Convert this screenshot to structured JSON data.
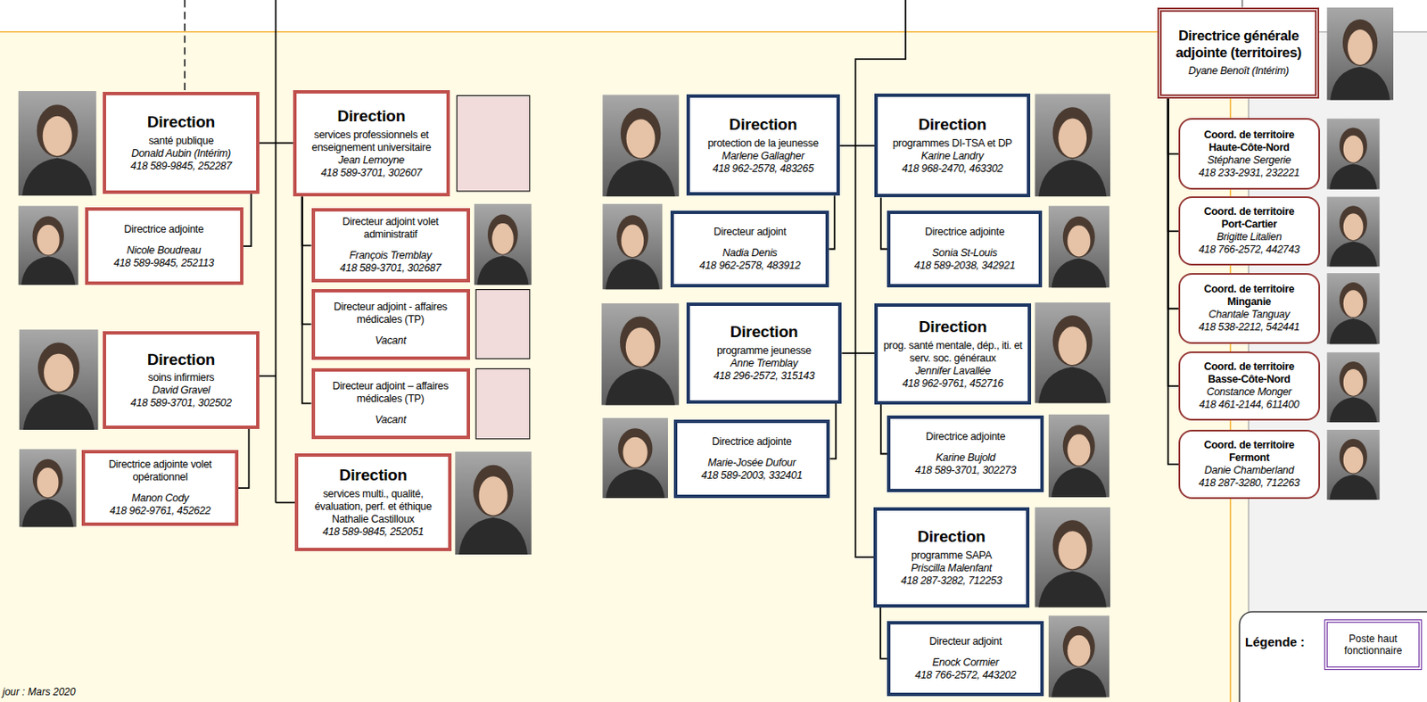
{
  "diagram": {
    "nodes": [
      {
        "text": [
          "Direction",
          "santé publique",
          "Donald Aubin (Intérim)",
          "418 589-9845, 252287"
        ]
      },
      {
        "text": [
          "Directrice adjointe",
          "Nicole Boudreau",
          "418 589-9845, 252113"
        ]
      },
      {
        "text": [
          "Direction",
          "soins infirmiers",
          "David Gravel",
          "418 589-3701, 302502"
        ]
      },
      {
        "text": [
          "Directrice adjointe volet opérationnel",
          "Manon Cody",
          "418 962-9761, 452622"
        ]
      },
      {
        "text": [
          "Direction",
          "services professionnels et enseignement universitaire",
          "Jean Lemoyne",
          "418 589-3701, 302607"
        ]
      },
      {
        "text": [
          "Directeur adjoint volet administratif",
          "François Tremblay",
          "418 589-3701, 302687"
        ]
      },
      {
        "text": [
          "Directeur adjoint - affaires médicales (TP)",
          "Vacant"
        ]
      },
      {
        "text": [
          "Directeur adjoint – affaires médicales (TP)",
          "Vacant"
        ]
      },
      {
        "text": [
          "Direction",
          "services multi., qualité, évaluation, perf. et éthique",
          "Nathalie Castilloux",
          "418 589-9845, 252051"
        ]
      },
      {
        "text": [
          "Direction",
          "protection de la jeunesse",
          "Marlene Gallagher",
          "418 962-2578, 483265"
        ]
      },
      {
        "text": [
          "Directeur adjoint",
          "Nadia Denis",
          "418 962-2578, 483912"
        ]
      },
      {
        "text": [
          "Direction",
          "programme jeunesse",
          "Anne Tremblay",
          "418 296-2572, 315143"
        ]
      },
      {
        "text": [
          "Directrice adjointe",
          "Marie-Josée Dufour",
          "418 589-2003, 332401"
        ]
      },
      {
        "text": [
          "Direction",
          "programmes DI-TSA et DP",
          "Karine Landry",
          "418 968-2470, 463302"
        ]
      },
      {
        "text": [
          "Directrice adjointe",
          "Sonia St-Louis",
          "418 589-2038, 342921"
        ]
      },
      {
        "text": [
          "Direction",
          "prog. santé mentale, dép., iti. et serv. soc. généraux",
          "Jennifer Lavallée",
          "418 962-9761, 452716"
        ]
      },
      {
        "text": [
          "Directrice adjointe",
          "Karine Bujold",
          "418 589-3701, 302273"
        ]
      },
      {
        "text": [
          "Direction",
          "programme SAPA",
          "Priscilla Malenfant",
          "418 287-3282, 712253"
        ]
      },
      {
        "text": [
          "Directeur adjoint",
          "Enock Cormier",
          "418 766-2572, 443202"
        ]
      },
      {
        "text": [
          "Directrice générale adjointe (territoires)",
          "Dyane Benoît (Intérim)"
        ]
      },
      {
        "text": [
          "Coord. de territoire",
          "Haute-Côte-Nord",
          "Stéphane Sergerie",
          "418 233-2931, 232221"
        ]
      },
      {
        "text": [
          "Coord. de territoire",
          "Port-Cartier",
          "Brigitte Litalien",
          "418 766-2572, 442743"
        ]
      },
      {
        "text": [
          "Coord. de territoire",
          "Minganie",
          "Chantale Tanguay",
          "418 538-2212, 542441"
        ]
      },
      {
        "text": [
          "Coord. de territoire",
          "Basse-Côte-Nord",
          "Constance Monger",
          "418 461-2144, 611400"
        ]
      },
      {
        "text": [
          "Coord. de territoire",
          "Fermont",
          "Danie Chamberland",
          "418 287-3280, 712263"
        ]
      }
    ],
    "edges": [
      {
        "from": 0,
        "to": 1,
        "arrow": "none"
      },
      {
        "from": 2,
        "to": 3,
        "arrow": "none"
      },
      {
        "from": 4,
        "to": 5,
        "arrow": "none"
      },
      {
        "from": 4,
        "to": 6,
        "arrow": "none"
      },
      {
        "from": 4,
        "to": 7,
        "arrow": "none"
      },
      {
        "from": 9,
        "to": 10,
        "arrow": "none"
      },
      {
        "from": 11,
        "to": 12,
        "arrow": "none"
      },
      {
        "from": 13,
        "to": 14,
        "arrow": "none"
      },
      {
        "from": 15,
        "to": 16,
        "arrow": "none"
      },
      {
        "from": 17,
        "to": 18,
        "arrow": "none"
      },
      {
        "from": 19,
        "to": 20,
        "arrow": "none"
      },
      {
        "from": 19,
        "to": 21,
        "arrow": "none"
      },
      {
        "from": 19,
        "to": 22,
        "arrow": "none"
      },
      {
        "from": 19,
        "to": 23,
        "arrow": "none"
      },
      {
        "from": 19,
        "to": 24,
        "arrow": "none"
      }
    ],
    "labels": [
      "Légende :",
      "jour : Mars 2020"
    ],
    "legend": [
      {
        "text": "Poste haut fonctionnaire"
      }
    ]
  }
}
